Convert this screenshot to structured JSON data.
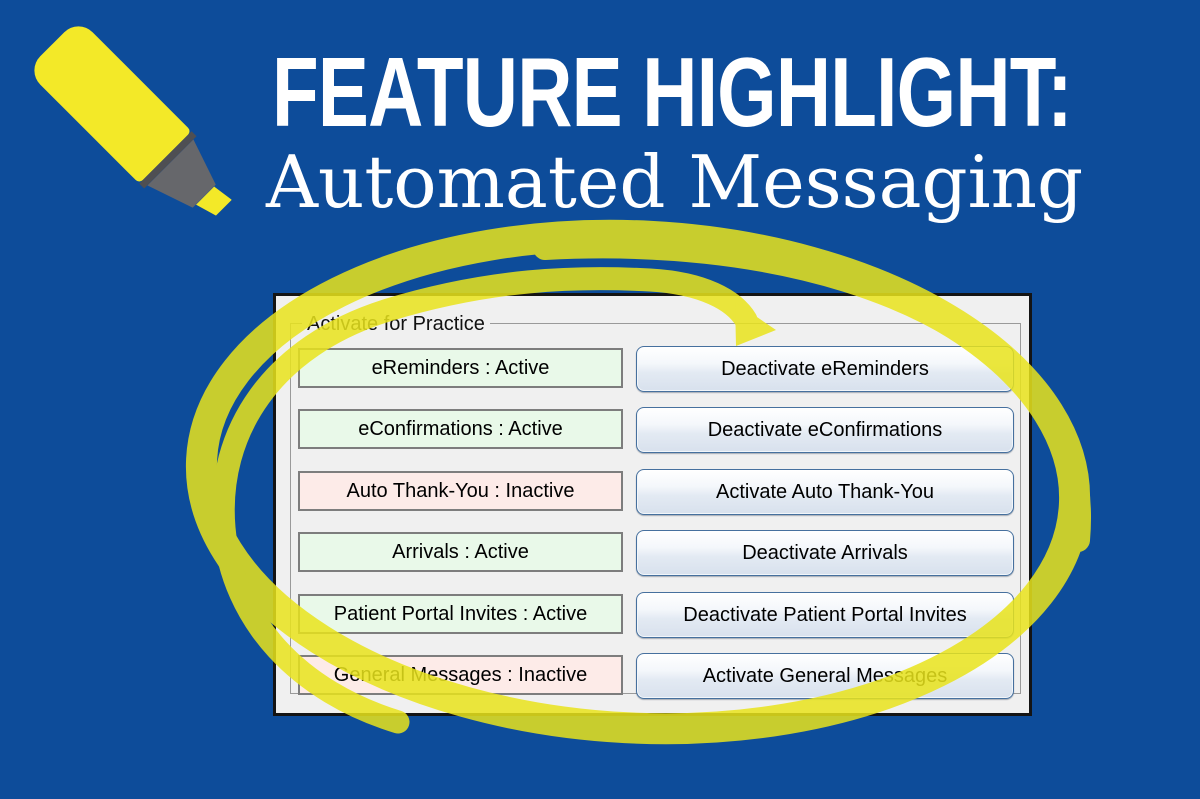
{
  "page": {
    "bg_color": "#0d4c9a",
    "accent_yellow": "#e9e41c"
  },
  "header": {
    "title": "FEATURE HIGHLIGHT:",
    "subtitle": "Automated Messaging"
  },
  "icons": {
    "highlighter": "yellow-highlighter-marker",
    "annotation": "hand-drawn-yellow-circle"
  },
  "panel": {
    "group_label": "Activate for Practice",
    "colors": {
      "panel_bg": "#f0f0f0",
      "active_bg": "#e9f9e9",
      "inactive_bg": "#fdebe8",
      "button_border": "#46709e"
    },
    "rows": [
      {
        "status": "eReminders : Active",
        "state": "active",
        "button": "Deactivate eReminders"
      },
      {
        "status": "eConfirmations : Active",
        "state": "active",
        "button": "Deactivate eConfirmations"
      },
      {
        "status": "Auto Thank-You : Inactive",
        "state": "inactive",
        "button": "Activate Auto Thank-You"
      },
      {
        "status": "Arrivals : Active",
        "state": "active",
        "button": "Deactivate Arrivals"
      },
      {
        "status": "Patient Portal Invites : Active",
        "state": "active",
        "button": "Deactivate Patient Portal Invites"
      },
      {
        "status": "General Messages : Inactive",
        "state": "inactive",
        "button": "Activate General Messages"
      }
    ]
  }
}
